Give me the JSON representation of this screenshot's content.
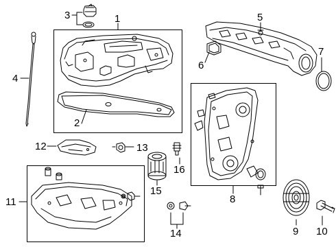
{
  "diagram": {
    "callouts": {
      "c1": "1",
      "c2": "2",
      "c3": "3",
      "c4": "4",
      "c5": "5",
      "c6": "6",
      "c7": "7",
      "c8": "8",
      "c9": "9",
      "c10": "10",
      "c11": "11",
      "c12": "12",
      "c13": "13",
      "c14": "14",
      "c15": "15",
      "c16": "16"
    },
    "line_color": "#000000",
    "background": "#ffffff"
  }
}
